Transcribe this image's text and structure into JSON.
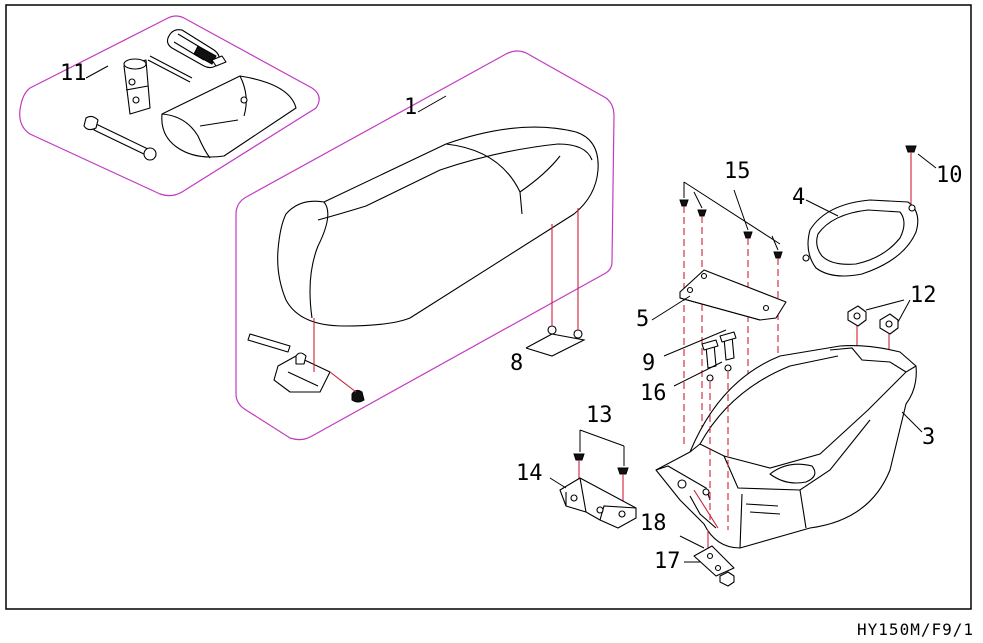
{
  "callouts": {
    "c1": "1",
    "c3": "3",
    "c4": "4",
    "c5": "5",
    "c8": "8",
    "c9": "9",
    "c10": "10",
    "c11": "11",
    "c12": "12",
    "c13": "13",
    "c14": "14",
    "c15": "15",
    "c16": "16",
    "c17": "17",
    "c18": "18"
  },
  "drawing_code": "HY150M/F9/1",
  "colors": {
    "group_outline": "#c23ac2",
    "assembly_guides": "#d0203a",
    "linework": "#000000"
  }
}
